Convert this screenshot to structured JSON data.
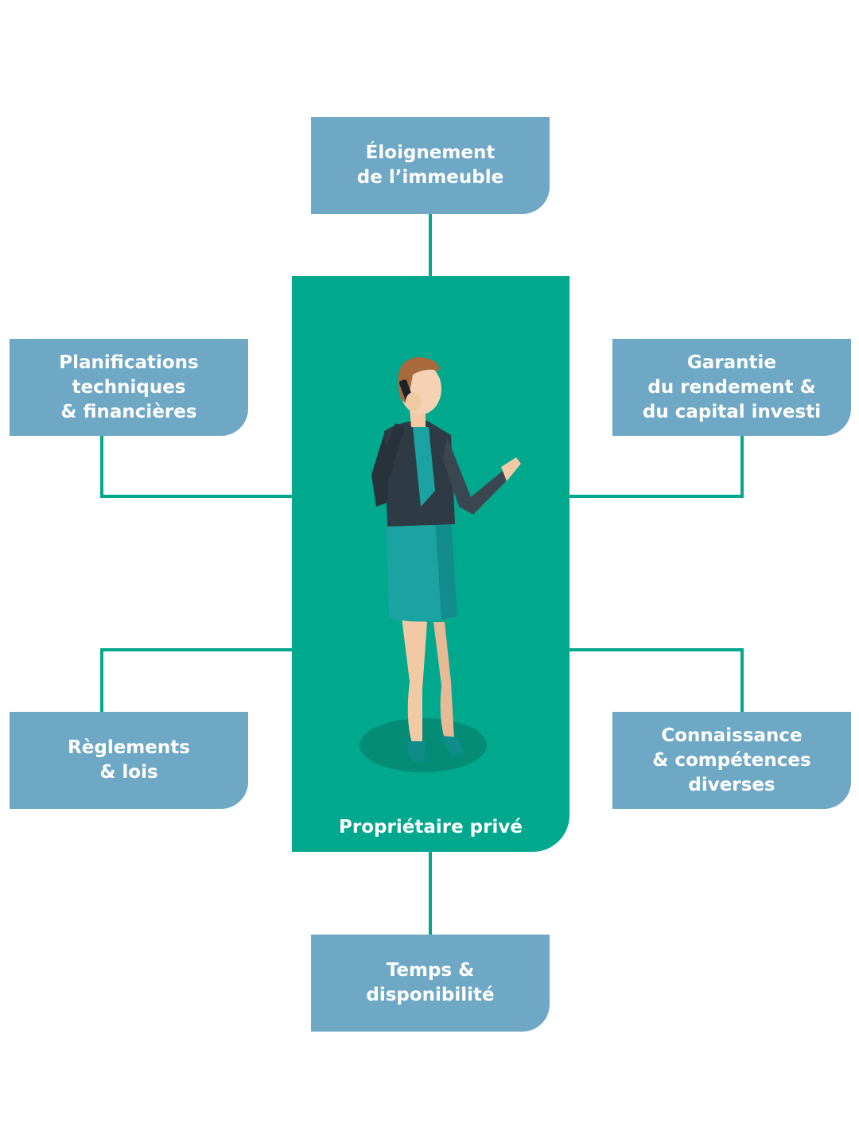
{
  "colors": {
    "center": "#00a88e",
    "box": "#6fa8c5",
    "connector": "#00a88e",
    "text": "#ffffff"
  },
  "center": {
    "label": "Propriétaire privé",
    "icon": "businesswoman-on-phone-illustration"
  },
  "boxes": {
    "top": "Éloignement\nde l’immeuble",
    "top_left": "Planifications\ntechniques\n& financières",
    "top_right": "Garantie\ndu rendement &\ndu capital investi",
    "bottom_left": "Règlements\n& lois",
    "bottom_right": "Connaissance\n& compétences\ndiverses",
    "bottom": "Temps &\ndisponibilité"
  }
}
